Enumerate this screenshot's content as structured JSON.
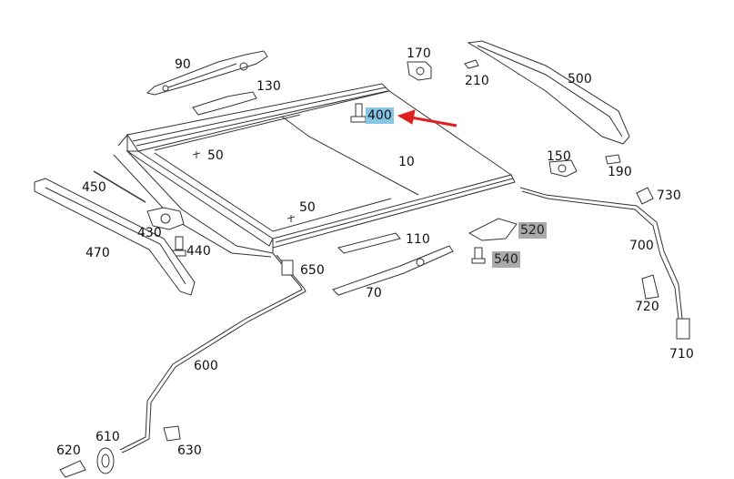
{
  "labels": {
    "p10": "10",
    "p50a": "50",
    "p50b": "50",
    "p70": "70",
    "p90": "90",
    "p110": "110",
    "p130": "130",
    "p150": "150",
    "p170": "170",
    "p190": "190",
    "p210": "210",
    "p400": "400",
    "p430": "430",
    "p440": "440",
    "p450": "450",
    "p470": "470",
    "p500": "500",
    "p520": "520",
    "p540": "540",
    "p600": "600",
    "p610": "610",
    "p620": "620",
    "p630": "630",
    "p650": "650",
    "p700": "700",
    "p710": "710",
    "p720": "720",
    "p730": "730"
  },
  "colors": {
    "line": "#333333",
    "highlight": "#86c5e4",
    "gray_tag": "#a9a9a9",
    "arrow": "#e02020"
  }
}
